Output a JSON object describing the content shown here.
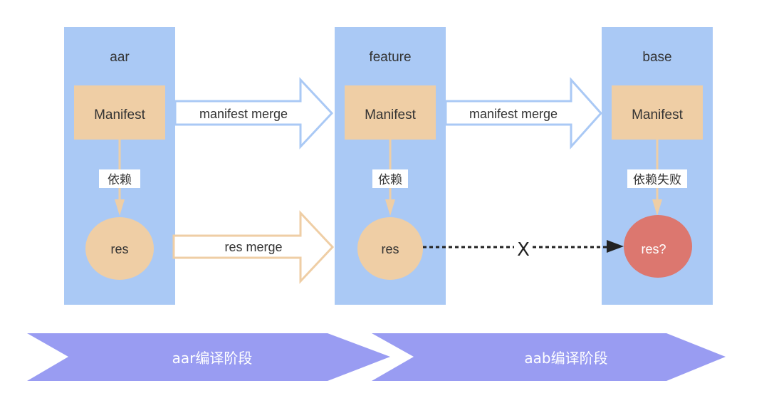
{
  "colors": {
    "panel": "#aac9f5",
    "manifest_box": "#efcea5",
    "res_node": "#efcea5",
    "res_failed_node": "#dc776f",
    "manifest_arrow_stroke": "#aac9f5",
    "res_arrow_stroke": "#efcea5",
    "dependency_line": "#efcea5",
    "dotted_arrow": "#222222",
    "stage_band": "#999cf2",
    "text": "#333333",
    "text_light": "#ffffff"
  },
  "modules": [
    {
      "id": "aar",
      "title": "aar",
      "manifest_label": "Manifest",
      "dependency_label": "依赖",
      "res_label": "res",
      "res_state": "ok"
    },
    {
      "id": "feature",
      "title": "feature",
      "manifest_label": "Manifest",
      "dependency_label": "依赖",
      "res_label": "res",
      "res_state": "ok"
    },
    {
      "id": "base",
      "title": "base",
      "manifest_label": "Manifest",
      "dependency_label": "依赖失败",
      "res_label": "res?",
      "res_state": "failed"
    }
  ],
  "merge_arrows": [
    {
      "from": "aar",
      "to": "feature",
      "kind": "manifest",
      "label": "manifest merge"
    },
    {
      "from": "feature",
      "to": "base",
      "kind": "manifest",
      "label": "manifest merge"
    },
    {
      "from": "aar",
      "to": "feature",
      "kind": "res",
      "label": "res merge"
    }
  ],
  "blocked_link": {
    "from": "feature",
    "to": "base",
    "marker": "X"
  },
  "stages": [
    {
      "label": "aar编译阶段"
    },
    {
      "label": "aab编译阶段"
    }
  ]
}
